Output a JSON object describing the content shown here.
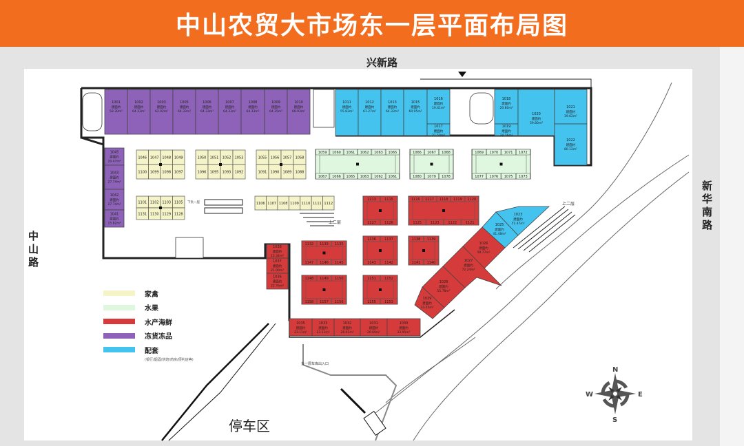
{
  "header": {
    "title": "中山农贸大市场东一层平面布局图"
  },
  "roads": {
    "top": "兴新路",
    "left": "中山路",
    "right": "新华南路"
  },
  "labels": {
    "area_prefix": "建面约",
    "up_floor": "上二层",
    "down_floor": "下负一层",
    "garage_entrance": "负一层车库出入口",
    "parking": "停车区"
  },
  "compass": {
    "n": "N",
    "e": "E",
    "s": "S",
    "w": "W"
  },
  "colors": {
    "poultry": "#f5f3c8",
    "fruit": "#e0f7df",
    "seafood": "#d63b3b",
    "frozen": "#8e62b9",
    "supporting": "#45c3ef",
    "header": "#f36d1e"
  },
  "legend": [
    {
      "label": "家禽",
      "color": "#f5f3c8"
    },
    {
      "label": "水果",
      "color": "#e0f7df"
    },
    {
      "label": "水产海鲜",
      "color": "#d63b3b"
    },
    {
      "label": "冻货冻品",
      "color": "#8e62b9"
    },
    {
      "label": "配套",
      "color": "#45c3ef"
    }
  ],
  "legend_note": "(银行/烟酒/烘焙/药房/便利店等)",
  "units": {
    "frozen_top": [
      {
        "id": "1001",
        "area": "58.30m²"
      },
      {
        "id": "1002",
        "area": "64.33m²"
      },
      {
        "id": "1003",
        "area": "62.02m²"
      },
      {
        "id": "1005",
        "area": "64.33m²"
      },
      {
        "id": "1006",
        "area": "64.33m²"
      },
      {
        "id": "1007",
        "area": "64.33m²"
      },
      {
        "id": "1008",
        "area": "64.33m²"
      },
      {
        "id": "1009",
        "area": "64.35m²"
      },
      {
        "id": "1010",
        "area": "68.93m²"
      }
    ],
    "frozen_left": [
      {
        "id": "1045",
        "area": "20.47m²"
      },
      {
        "id": "1043",
        "area": "27.74m²"
      },
      {
        "id": "1042",
        "area": "27.74m²"
      },
      {
        "id": "1041",
        "area": "15.82m²"
      }
    ],
    "support_top": [
      {
        "id": "1011",
        "area": "55.83m²"
      },
      {
        "id": "1012",
        "area": "61.27m²"
      },
      {
        "id": "1013",
        "area": "64.33m²"
      },
      {
        "id": "1015",
        "area": "60.95m²"
      }
    ],
    "support_misc": [
      {
        "id": "1016",
        "area": "19.41m²"
      },
      {
        "id": "1017",
        "area": "21.50m²"
      },
      {
        "id": "1018",
        "area": "20.80m²"
      },
      {
        "id": "1019",
        "area": "34.26m²"
      },
      {
        "id": "1020",
        "area": "59.80m²"
      },
      {
        "id": "1021",
        "area": "39.62m²"
      },
      {
        "id": "1022",
        "area": "80.12m²"
      },
      {
        "id": "1023",
        "area": "51.47m²"
      },
      {
        "id": "1025",
        "area": "41.48m²"
      }
    ],
    "seafood_left": [
      {
        "id": "1038",
        "area": "15.34m²"
      },
      {
        "id": "1037",
        "area": "21.00m²"
      },
      {
        "id": "1036",
        "area": "22.76m²"
      }
    ],
    "seafood_bottom": [
      {
        "id": "1035",
        "area": "23.11m²"
      },
      {
        "id": "1033",
        "area": "23.11m²"
      },
      {
        "id": "1032",
        "area": "26.41m²"
      },
      {
        "id": "1031",
        "area": "26.69m²"
      },
      {
        "id": "1030",
        "area": "33.95m²"
      }
    ],
    "seafood_diag": [
      {
        "id": "1026",
        "area": "58.77m²"
      },
      {
        "id": "1027",
        "area": "72.24m²"
      },
      {
        "id": "1028",
        "area": "55.78m²"
      },
      {
        "id": "1029",
        "area": "33.55m²"
      }
    ]
  },
  "poultry_blocks": [
    {
      "top": [
        "1046",
        "1047",
        "1048",
        "1049"
      ],
      "bottom": [
        "1100",
        "1099",
        "1098",
        "1097"
      ]
    },
    {
      "top": [
        "1050",
        "1051",
        "1052",
        "1053"
      ],
      "bottom": [
        "1096",
        "1095",
        "1093",
        "1092"
      ]
    },
    {
      "top": [
        "1055",
        "1056",
        "1057",
        "1058"
      ],
      "bottom": [
        "1091",
        "1090",
        "1089",
        "1088"
      ]
    },
    {
      "top": [
        "1101",
        "1102",
        "1103",
        "1105"
      ],
      "bottom": [
        "1131",
        "1130",
        "1129",
        "1128"
      ]
    }
  ],
  "poultry_row": [
    "1106",
    "1107",
    "1108",
    "1109",
    "1110",
    "1111",
    "1112"
  ],
  "fruit_blocks": [
    {
      "top": [
        "1059",
        "1060",
        "1061",
        "1062",
        "1063",
        "1065"
      ],
      "bottom": [
        "1067",
        "1066",
        "1065",
        "1063",
        "1062",
        "1061"
      ]
    },
    {
      "top": [
        "1066",
        "1067",
        "1068"
      ],
      "bottom": [
        "1080",
        "1079",
        "1078"
      ]
    },
    {
      "top": [
        "1069",
        "1070",
        "1071",
        "1072"
      ],
      "bottom": [
        "1077",
        "1076",
        "1075",
        "1073"
      ]
    }
  ],
  "seafood_blocks": [
    {
      "top": [
        "1113",
        "1115"
      ],
      "bottom": [
        "1127",
        "1126"
      ]
    },
    {
      "top": [
        "1116",
        "1117",
        "1118",
        "1119",
        "1120"
      ],
      "bottom": [
        "1125",
        "1123",
        "1122",
        "1121"
      ]
    },
    {
      "top": [
        "1132",
        "1133",
        "1135"
      ],
      "bottom": [
        "1147",
        "1146",
        "1145"
      ]
    },
    {
      "top": [
        "1136",
        "1137"
      ],
      "bottom": [
        "1143",
        "1142"
      ]
    },
    {
      "top": [
        "1138",
        "1139"
      ],
      "bottom": [
        "1141",
        "1140"
      ]
    },
    {
      "top": [
        "1148",
        "1149",
        "1150"
      ],
      "bottom": [
        "1158",
        "1157",
        "1156"
      ]
    },
    {
      "top": [
        "1151",
        "1152"
      ],
      "bottom": [
        "1155",
        "1153"
      ]
    }
  ]
}
